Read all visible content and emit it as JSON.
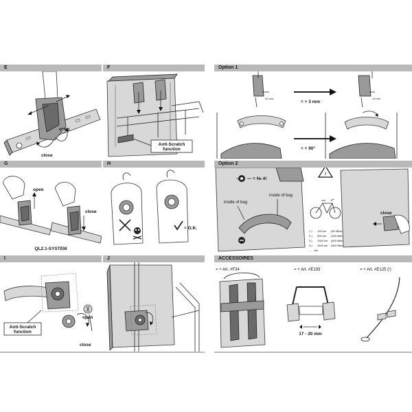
{
  "panels": {
    "E": {
      "title": "E",
      "open": "open",
      "close": "close"
    },
    "F": {
      "title": "F",
      "anti_scratch": "Anti-Scratch function"
    },
    "G": {
      "title": "G",
      "open": "open",
      "close": "close",
      "system": "QL2.1-SYSTEM"
    },
    "H": {
      "title": "H",
      "ok": "= O.K."
    },
    "I": {
      "title": "I",
      "anti_scratch": "Anti-Scratch function",
      "open": "open",
      "close": "close"
    },
    "J": {
      "title": "J"
    },
    "option1": {
      "title": "Option 1",
      "plus3": "= + 3 mm",
      "plus90": "= + 90°",
      "mm10": "10 mm",
      "mm13": "13 mm"
    },
    "option2": {
      "title": "Option 2",
      "no4": "= № 4!",
      "inside_left": "inside of bag",
      "inside_right": "inside of bag",
      "close": "close",
      "list": [
        {
          "num": "1.)",
          "km": "100 km",
          "miles": "(60 Miles)"
        },
        {
          "num": "2.)",
          "km": "500 km",
          "miles": "(300 Miles)"
        },
        {
          "num": "3.)",
          "km": "1000 km",
          "miles": "(600 Miles)"
        },
        {
          "num": "4.)",
          "km": "1500 km",
          "miles": "(900 Miles)"
        }
      ],
      "etc": "...... etc."
    },
    "accessories": {
      "title": "ACCESSOIRES",
      "art1": "= + Art. #F34",
      "art2": "= + Art. #E193",
      "art3": "= + Art. #E125 (!)",
      "range": "17 - 20 mm"
    }
  }
}
